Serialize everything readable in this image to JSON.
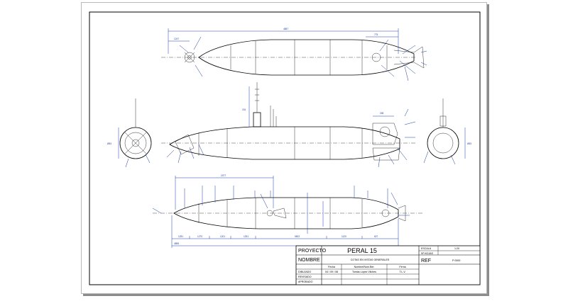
{
  "title_block": {
    "project_label": "PROYECTO",
    "project_name": "PERAL 15",
    "name_label": "NOMBRE",
    "drawing_name": "COTAS EN VISTAS GENERALES",
    "col_date": "Fecha",
    "col_name": "Nombre/Nom.Ber.",
    "col_sign": "Firma",
    "row_drawn": "DIBUJADO",
    "row_checked": "REVISADO",
    "row_approved": "APROBADO",
    "drawn_date": "04 / 09 / 08",
    "drawn_name": "Tomás López Vilches",
    "drawn_sign": "T.L.V.",
    "scale_label": "ESCALA",
    "scale_value": "1:20",
    "sheet_label": "Nº HOJAS",
    "ref_label": "REF",
    "ref_value": "P 0000"
  },
  "dimensions": {
    "top_overall": "4857",
    "top_left": "1247",
    "top_right": "775",
    "side_aft_dim": "335",
    "side_tower": "151",
    "bottom_mid": "2377",
    "bottom_overall": "4855",
    "seg_1": "1251",
    "seg_2": "1270",
    "seg_3": "1201",
    "seg_4": "1251",
    "seg_5": "5502",
    "seg_6": "1120",
    "seg_7": "627",
    "front_dia": "Ø53",
    "rear_dia": "Ø53"
  },
  "colors": {
    "line": "#000000",
    "dimension": "#1a3aa8",
    "sheet_shadow": "#8c8c8c"
  }
}
